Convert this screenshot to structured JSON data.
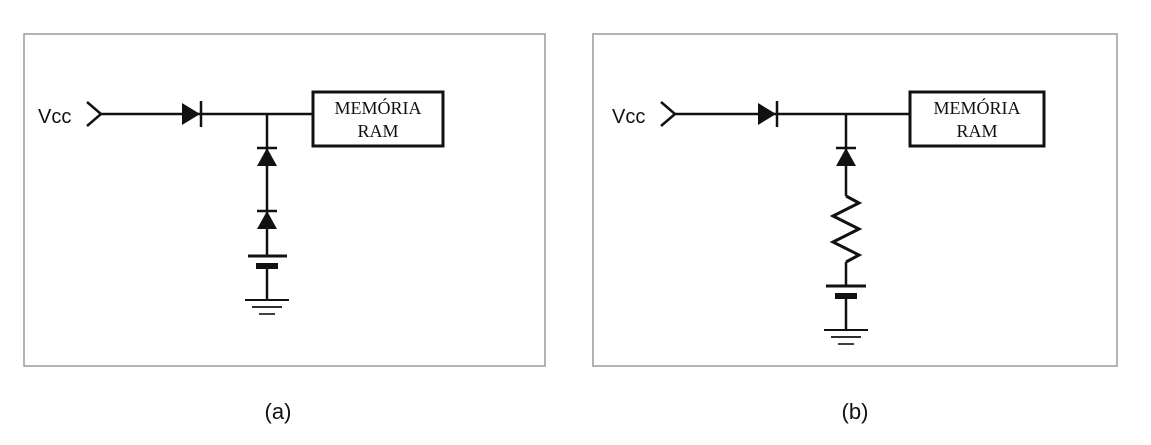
{
  "panel_a": {
    "vcc_label": "Vcc",
    "box_line1": "MEMÓRIA",
    "box_line2": "RAM",
    "caption": "(a)"
  },
  "panel_b": {
    "vcc_label": "Vcc",
    "box_line1": "MEMÓRIA",
    "box_line2": "RAM",
    "caption": "(b)"
  },
  "colors": {
    "line": "#111111",
    "frame": "#9a9a9a",
    "background": "#ffffff"
  }
}
